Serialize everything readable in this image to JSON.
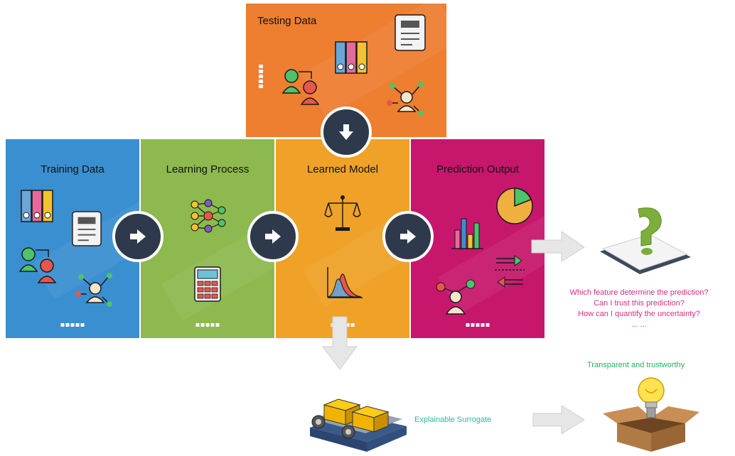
{
  "panels": {
    "testing": {
      "title": "Testing Data"
    },
    "training": {
      "title": "Training Data"
    },
    "learning": {
      "title": "Learning Process"
    },
    "model": {
      "title": "Learned Model"
    },
    "prediction": {
      "title": "Prediction Output"
    }
  },
  "questions": [
    "Which feature determine the prediction?",
    "Can I trust this prediction?",
    "How can I quantify the uncertainty?",
    "... ..."
  ],
  "labels": {
    "surrogate": "Explainable Surrogate",
    "transparent": "Transparent and trustworthy"
  },
  "colors": {
    "testing": "#ee7e30",
    "training": "#3a8fd0",
    "learning": "#8db94e",
    "model": "#f0a127",
    "prediction": "#c7176d",
    "question_text": "#d62e83",
    "green_text": "#27ae60",
    "circle": "#2e3a4b"
  }
}
